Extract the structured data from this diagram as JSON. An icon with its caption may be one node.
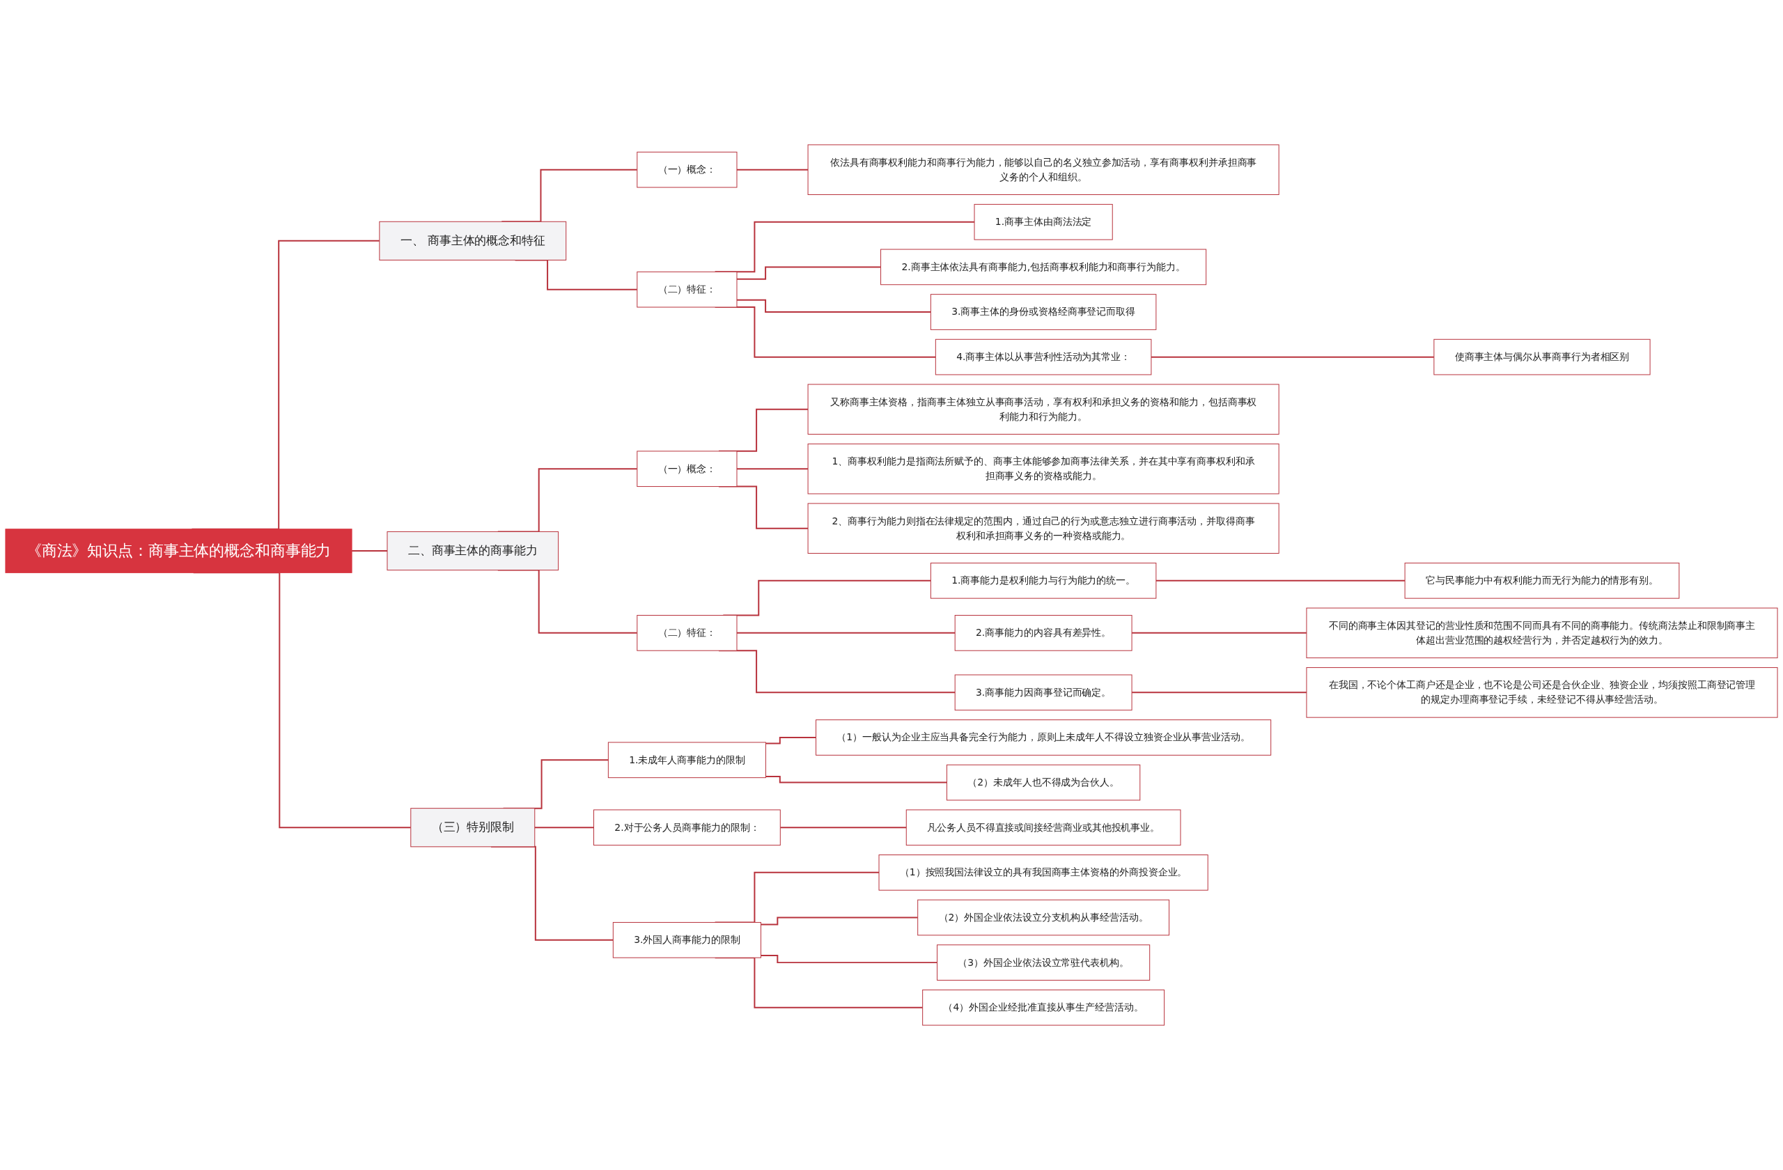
{
  "diagram": {
    "nodes": [
      {
        "text": [
          "《商法》知识点：商事主体的概念和商事能力"
        ]
      },
      {
        "text": [
          "一、 商事主体的概念和特征"
        ]
      },
      {
        "text": [
          "（一）概念："
        ]
      },
      {
        "text": [
          "依法具有商事权利能力和商事行为能力，能够以自己的名义独立参加活动，享有商事权利并承担商事义务的个人和组织。"
        ]
      },
      {
        "text": [
          "（二）特征："
        ]
      },
      {
        "text": [
          "1.商事主体由商法法定"
        ]
      },
      {
        "text": [
          "2.商事主体依法具有商事能力,包括商事权利能力和商事行为能力。"
        ]
      },
      {
        "text": [
          "3.商事主体的身份或资格经商事登记而取得"
        ]
      },
      {
        "text": [
          "4.商事主体以从事营利性活动为其常业："
        ]
      },
      {
        "text": [
          "使商事主体与偶尔从事商事行为者相区别"
        ]
      },
      {
        "text": [
          "二、商事主体的商事能力"
        ]
      },
      {
        "text": [
          "（一）概念："
        ]
      },
      {
        "text": [
          "又称商事主体资格，指商事主体独立从事商事活动，享有权利和承担义务的资格和能力，包括商事权利能力和行为能力。"
        ]
      },
      {
        "text": [
          "1、商事权利能力是指商法所赋予的、商事主体能够参加商事法律关系，并在其中享有商事权利和承担商事义务的资格或能力。"
        ]
      },
      {
        "text": [
          "2、商事行为能力则指在法律规定的范围内，通过自己的行为或意志独立进行商事活动，并取得商事权利和承担商事义务的一种资格或能力。"
        ]
      },
      {
        "text": [
          "（二）特征："
        ]
      },
      {
        "text": [
          "1.商事能力是权利能力与行为能力的统一。"
        ]
      },
      {
        "text": [
          "它与民事能力中有权利能力而无行为能力的情形有别。"
        ]
      },
      {
        "text": [
          "2.商事能力的内容具有差异性。"
        ]
      },
      {
        "text": [
          "不同的商事主体因其登记的营业性质和范围不同而具有不同的商事能力。传统商法禁止和限制商事主体超出营业范围的越权经营行为，并否定越权行为的效力。"
        ]
      },
      {
        "text": [
          "3.商事能力因商事登记而确定。"
        ]
      },
      {
        "text": [
          "在我国，不论个体工商户还是企业，也不论是公司还是合伙企业、独资企业，均须按照工商登记管理的规定办理商事登记手续，未经登记不得从事经营活动。"
        ]
      },
      {
        "text": [
          "（三）特别限制"
        ]
      },
      {
        "text": [
          "1.未成年人商事能力的限制"
        ]
      },
      {
        "text": [
          "（1）一般认为企业主应当具备完全行为能力，原则上未成年人不得设立独资企业从事营业活动。"
        ]
      },
      {
        "text": [
          "（2）未成年人也不得成为合伙人。"
        ]
      },
      {
        "text": [
          "2.对于公务人员商事能力的限制："
        ]
      },
      {
        "text": [
          "凡公务人员不得直接或间接经营商业或其他投机事业。"
        ]
      },
      {
        "text": [
          "3.外国人商事能力的限制"
        ]
      },
      {
        "text": [
          "（1）按照我国法律设立的具有我国商事主体资格的外商投资企业。"
        ]
      },
      {
        "text": [
          "（2）外国企业依法设立分支机构从事经营活动。"
        ]
      },
      {
        "text": [
          "（3）外国企业依法设立常驻代表机构。"
        ]
      },
      {
        "text": [
          "（4）外国企业经批准直接从事生产经营活动。"
        ]
      }
    ],
    "edges": [
      {
        "from": 0,
        "to": 1,
        "arrow": "none"
      },
      {
        "from": 1,
        "to": 2,
        "arrow": "none"
      },
      {
        "from": 2,
        "to": 3,
        "arrow": "none"
      },
      {
        "from": 1,
        "to": 4,
        "arrow": "none"
      },
      {
        "from": 4,
        "to": 5,
        "arrow": "none"
      },
      {
        "from": 4,
        "to": 6,
        "arrow": "none"
      },
      {
        "from": 4,
        "to": 7,
        "arrow": "none"
      },
      {
        "from": 4,
        "to": 8,
        "arrow": "none"
      },
      {
        "from": 8,
        "to": 9,
        "arrow": "none"
      },
      {
        "from": 0,
        "to": 10,
        "arrow": "none"
      },
      {
        "from": 10,
        "to": 11,
        "arrow": "none"
      },
      {
        "from": 11,
        "to": 12,
        "arrow": "none"
      },
      {
        "from": 11,
        "to": 13,
        "arrow": "none"
      },
      {
        "from": 11,
        "to": 14,
        "arrow": "none"
      },
      {
        "from": 10,
        "to": 15,
        "arrow": "none"
      },
      {
        "from": 15,
        "to": 16,
        "arrow": "none"
      },
      {
        "from": 16,
        "to": 17,
        "arrow": "none"
      },
      {
        "from": 15,
        "to": 18,
        "arrow": "none"
      },
      {
        "from": 18,
        "to": 19,
        "arrow": "none"
      },
      {
        "from": 15,
        "to": 20,
        "arrow": "none"
      },
      {
        "from": 20,
        "to": 21,
        "arrow": "none"
      },
      {
        "from": 0,
        "to": 22,
        "arrow": "none"
      },
      {
        "from": 22,
        "to": 23,
        "arrow": "none"
      },
      {
        "from": 23,
        "to": 24,
        "arrow": "none"
      },
      {
        "from": 23,
        "to": 25,
        "arrow": "none"
      },
      {
        "from": 22,
        "to": 26,
        "arrow": "none"
      },
      {
        "from": 26,
        "to": 27,
        "arrow": "none"
      },
      {
        "from": 22,
        "to": 28,
        "arrow": "none"
      },
      {
        "from": 28,
        "to": 29,
        "arrow": "none"
      },
      {
        "from": 28,
        "to": 30,
        "arrow": "none"
      },
      {
        "from": 28,
        "to": 31,
        "arrow": "none"
      },
      {
        "from": 28,
        "to": 32,
        "arrow": "none"
      }
    ]
  }
}
